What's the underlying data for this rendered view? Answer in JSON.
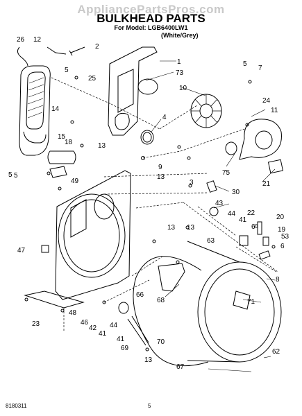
{
  "watermark": "AppliancePartsPros.com",
  "title": "BULKHEAD PARTS",
  "model": "For Model: LGB6400LW1",
  "color": "(White/Grey)",
  "footer": {
    "code": "8180311",
    "page": "5"
  },
  "callouts": [
    "26",
    "12",
    "2",
    "1",
    "73",
    "5",
    "25",
    "5",
    "7",
    "10",
    "14",
    "4",
    "24",
    "11",
    "15",
    "18",
    "13",
    "5",
    "9",
    "13",
    "75",
    "21",
    "5",
    "49",
    "30",
    "3",
    "43",
    "44",
    "41",
    "13",
    "22",
    "20",
    "6",
    "19",
    "53",
    "63",
    "47",
    "6",
    "8",
    "68",
    "71",
    "13",
    "23",
    "48",
    "46",
    "42",
    "44",
    "41",
    "41",
    "69",
    "70",
    "66",
    "62",
    "13",
    "67"
  ]
}
